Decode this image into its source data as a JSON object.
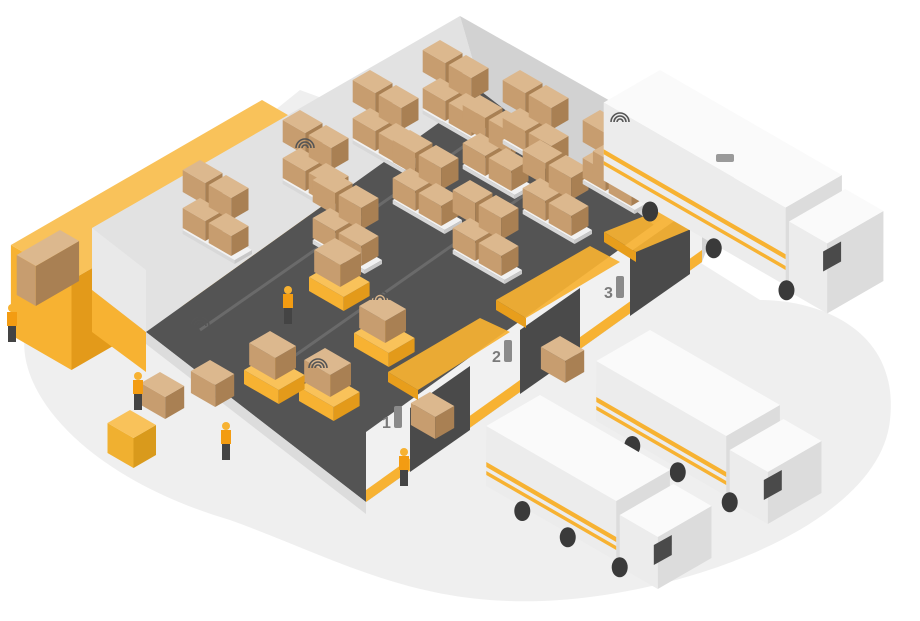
{
  "illustration": {
    "docks": [
      {
        "number": "1"
      },
      {
        "number": "2"
      },
      {
        "number": "3"
      }
    ]
  },
  "colors": {
    "accent": "#f7b232",
    "floor": "#545454",
    "wall": "#e4e4e4",
    "ground": "#efefef",
    "box_top": "#dcb88e",
    "box_left": "#c79d6f",
    "box_right": "#a98053",
    "truck_white": "#f4f4f4"
  },
  "icons": [
    "wifi-icon",
    "traffic-light-icon",
    "cctv-camera-icon"
  ]
}
